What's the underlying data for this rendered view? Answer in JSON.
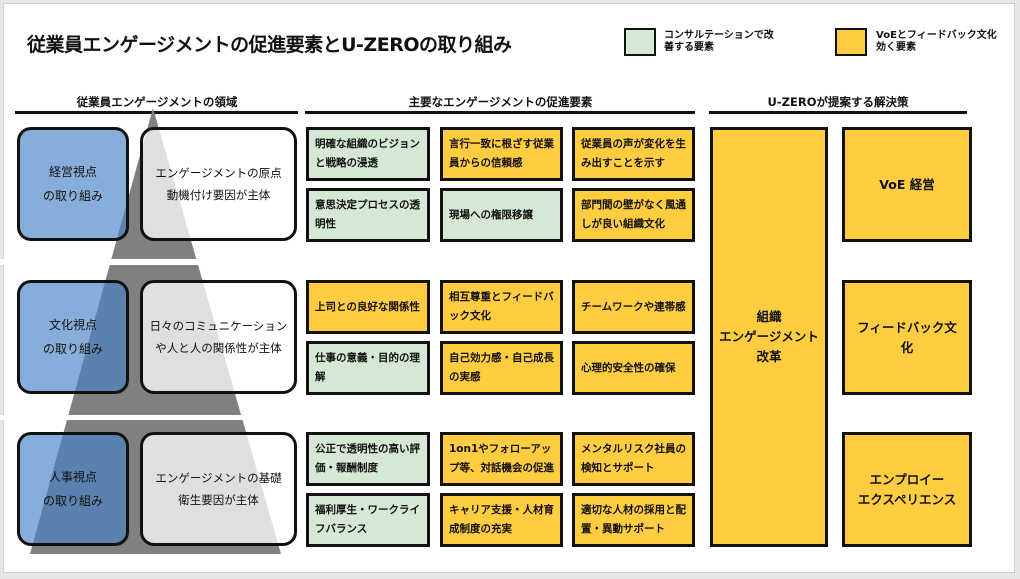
{
  "title": "従業員エンゲージメントの促進要素とU-ZEROの取り組み",
  "legend": [
    {
      "label": "コンサルテーションで改善する要素",
      "color": "#d5e8d4"
    },
    {
      "label": "VoEとフィードバック文化効く要素",
      "color": "#ffcd3f"
    }
  ],
  "headers": {
    "left": "従業員エンゲージメントの領域",
    "middle": "主要なエンゲージメントの促進要素",
    "right": "U-ZEROが提案する解決策"
  },
  "tiers": [
    {
      "perspective": "経営視点\nの取り組み",
      "domain": "エンゲージメントの原点\n動機付け要因が主体",
      "factors": [
        {
          "text": "明確な組織のビジョンと戦略の浸透",
          "type": "green"
        },
        {
          "text": "言行一致に根ざす従業員からの信頼感",
          "type": "yellow"
        },
        {
          "text": "従業員の声が変化を生み出すことを示す",
          "type": "yellow"
        },
        {
          "text": "意思決定プロセスの透明性",
          "type": "green"
        },
        {
          "text": "現場への権限移譲",
          "type": "green"
        },
        {
          "text": "部門間の壁がなく風通しが良い組織文化",
          "type": "yellow"
        }
      ],
      "solution": "VoE 経営"
    },
    {
      "perspective": "文化視点\nの取り組み",
      "domain": "日々のコミュニケーション\nや人と人の関係性が主体",
      "factors": [
        {
          "text": "上司との良好な関係性",
          "type": "yellow"
        },
        {
          "text": "相互尊重とフィードバック文化",
          "type": "yellow"
        },
        {
          "text": "チームワークや連帯感",
          "type": "yellow"
        },
        {
          "text": "仕事の意義・目的の理解",
          "type": "green"
        },
        {
          "text": "自己効力感・自己成長の実感",
          "type": "yellow"
        },
        {
          "text": "心理的安全性の確保",
          "type": "yellow"
        }
      ],
      "solution": "フィードバック文化"
    },
    {
      "perspective": "人事視点\nの取り組み",
      "domain": "エンゲージメントの基礎\n衛生要因が主体",
      "factors": [
        {
          "text": "公正で透明性の高い評価・報酬制度",
          "type": "green"
        },
        {
          "text": "1on1やフォローアップ等、対話機会の促進",
          "type": "yellow"
        },
        {
          "text": "メンタルリスク社員の検知とサポート",
          "type": "yellow"
        },
        {
          "text": "福利厚生・ワークライフバランス",
          "type": "green"
        },
        {
          "text": "キャリア支援・人材育成制度の充実",
          "type": "yellow"
        },
        {
          "text": "適切な人材の採用と配置・異動サポート",
          "type": "yellow"
        }
      ],
      "solution": "エンプロイー\nエクスペリエンス"
    }
  ],
  "central_solution": "組織\nエンゲージメント\n改革"
}
